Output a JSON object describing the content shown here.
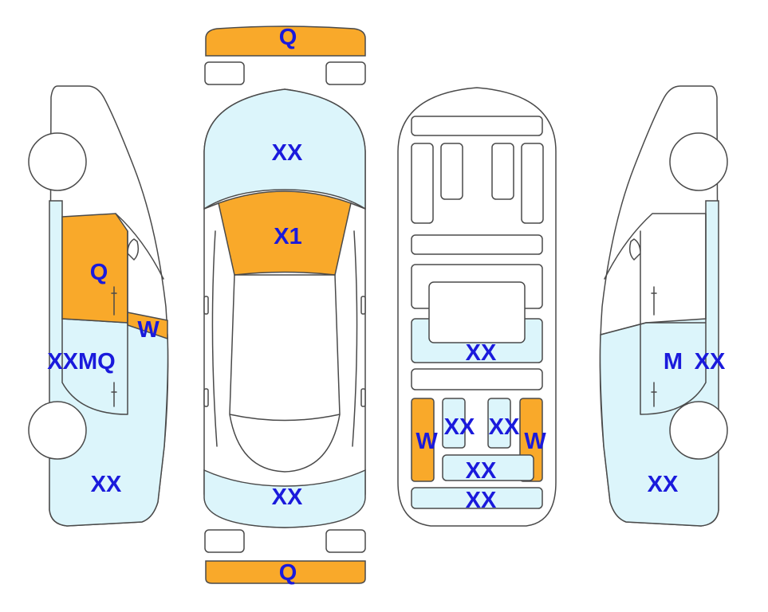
{
  "colors": {
    "damage_orange": "#f9a92a",
    "light_blue": "#dcf5fb",
    "label_blue": "#1a1adc",
    "outline": "#4a4a4a"
  },
  "labels": {
    "front_bumper": "Q",
    "hood": "XX",
    "windshield": "X1",
    "rear_area_top": "XX",
    "rear_bumper": "Q",
    "under_center": "XX",
    "under_left_rail": "W",
    "under_inner_left": "XX",
    "under_inner_right": "XX",
    "under_right_rail": "W",
    "under_lower_center": "XX",
    "under_bottom": "XX",
    "left_door": "Q",
    "left_window": "W",
    "left_side_code": "XXMQ",
    "left_rear": "XX",
    "right_code_m": "M",
    "right_code_xx": "XX",
    "right_rear": "XX"
  }
}
